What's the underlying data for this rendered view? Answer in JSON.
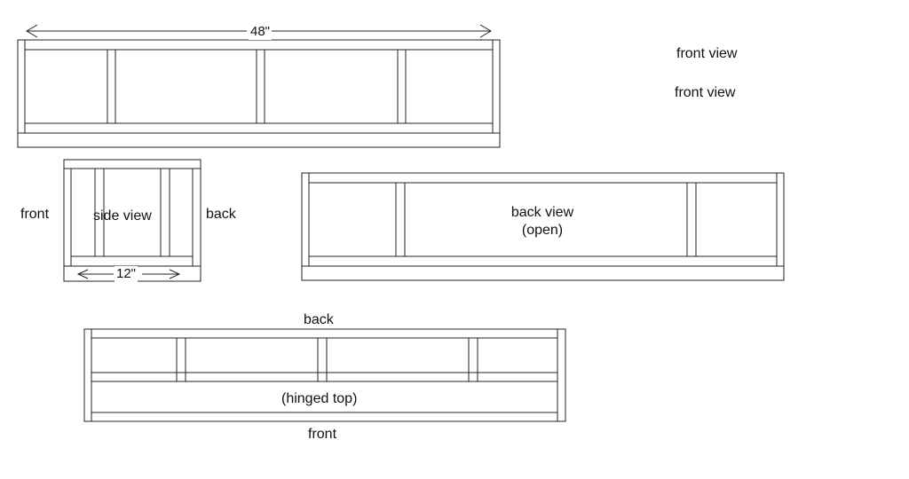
{
  "labels": {
    "front_view_1": "front view",
    "front_view_2": "front view",
    "side_view": "side view",
    "side_front": "front",
    "side_back": "back",
    "back_view_line1": "back view",
    "back_view_line2": "(open)",
    "top_back": "back",
    "top_front": "front",
    "hinged_top": "(hinged top)"
  },
  "dimensions": {
    "width": "48\"",
    "depth": "12\""
  }
}
